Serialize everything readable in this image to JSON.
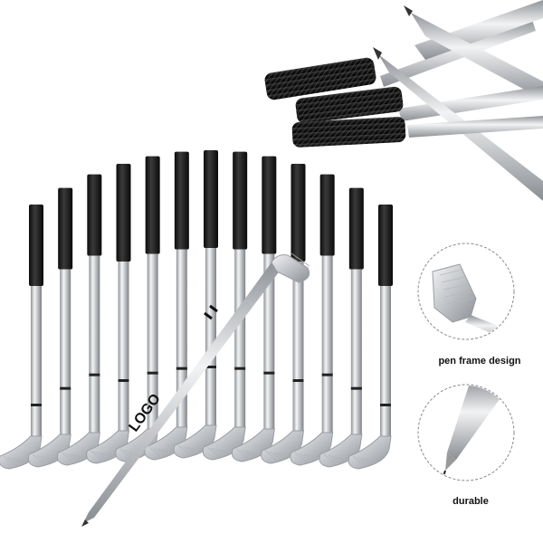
{
  "product": {
    "pen_count": 13,
    "logo_text": "LOGO",
    "colors": {
      "grip": "#1c1c1c",
      "shaft": "#c9ccd0",
      "head": "#d9dbde",
      "circle_border": "#8a8a8a"
    }
  },
  "callouts": [
    {
      "label": "pen frame design",
      "icon": "golf-club-head-closeup"
    },
    {
      "label": "durable",
      "icon": "pen-tip-closeup"
    }
  ]
}
